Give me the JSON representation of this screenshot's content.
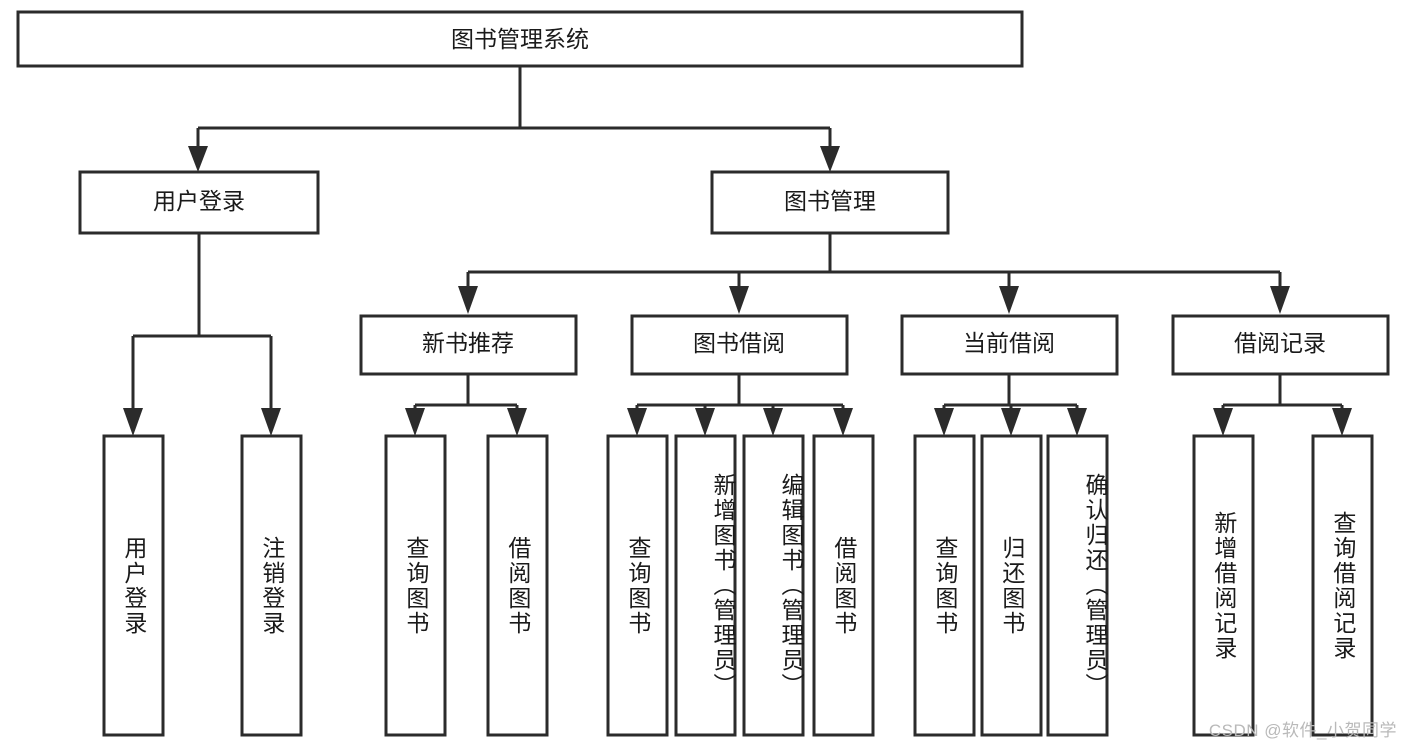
{
  "diagram": {
    "title": "图书管理系统",
    "type": "tree",
    "watermark": "CSDN @软件_小贺同学",
    "colors": {
      "stroke": "#2b2b2b",
      "box_fill": "#ffffff",
      "text": "#1a1a1a",
      "background": "#ffffff",
      "watermark": "#b9b9b9"
    },
    "root": {
      "label": "图书管理系统"
    },
    "level2": [
      {
        "label": "用户登录"
      },
      {
        "label": "图书管理"
      }
    ],
    "level3": [
      {
        "label": "新书推荐"
      },
      {
        "label": "图书借阅"
      },
      {
        "label": "当前借阅"
      },
      {
        "label": "借阅记录"
      }
    ],
    "groups": [
      {
        "parent": "用户登录",
        "leaves": [
          {
            "label": "用户登录"
          },
          {
            "label": "注销登录"
          }
        ]
      },
      {
        "parent": "新书推荐",
        "leaves": [
          {
            "label": "查询图书"
          },
          {
            "label": "借阅图书"
          }
        ]
      },
      {
        "parent": "图书借阅",
        "leaves": [
          {
            "label": "查询图书"
          },
          {
            "label": "新增图书（管理员）"
          },
          {
            "label": "编辑图书（管理员）"
          },
          {
            "label": "借阅图书"
          }
        ]
      },
      {
        "parent": "当前借阅",
        "leaves": [
          {
            "label": "查询图书"
          },
          {
            "label": "归还图书"
          },
          {
            "label": "确认归还（管理员）"
          }
        ]
      },
      {
        "parent": "借阅记录",
        "leaves": [
          {
            "label": "新增借阅记录"
          },
          {
            "label": "查询借阅记录"
          }
        ]
      }
    ]
  }
}
